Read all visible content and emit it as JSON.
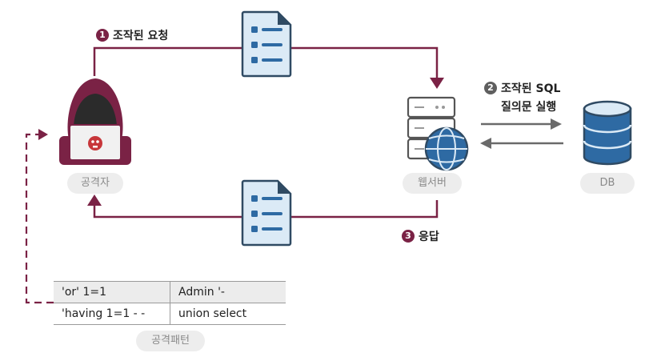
{
  "steps": {
    "step1": {
      "num": "1",
      "label": "조작된 요청"
    },
    "step2": {
      "num": "2",
      "label_line1": "조작된 SQL",
      "label_line2": "질의문 실행"
    },
    "step3": {
      "num": "3",
      "label": "응답"
    }
  },
  "nodes": {
    "attacker": "공격자",
    "webserver": "웹서버",
    "db": "DB"
  },
  "pattern": {
    "caption": "공격패턴",
    "rows": [
      [
        "'or' 1=1",
        "Admin '-"
      ],
      [
        "'having 1=1 - -",
        "union select"
      ]
    ]
  },
  "colors": {
    "maroon": "#7a2245",
    "navy": "#2f4a63",
    "blue": "#2e6aa3",
    "light_blue": "#dbeaf6",
    "gray_arrow": "#6a6a6a",
    "pill_bg": "#ededed"
  },
  "icons": [
    "hacker-icon",
    "document-icon",
    "server-icon",
    "globe-icon",
    "database-icon"
  ]
}
